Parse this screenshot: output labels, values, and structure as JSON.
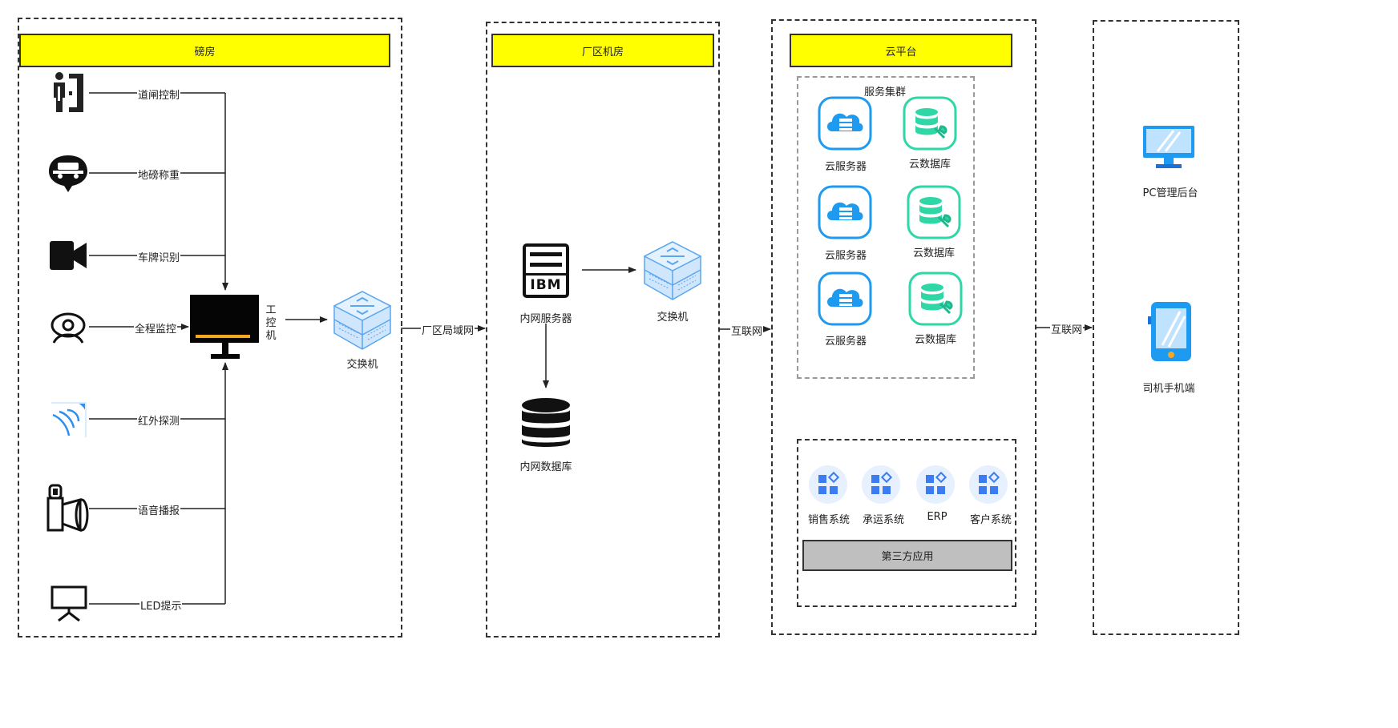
{
  "zones": {
    "weighroom": {
      "title": "磅房"
    },
    "factory": {
      "title": "厂区机房"
    },
    "cloud": {
      "title": "云平台"
    }
  },
  "devices": [
    {
      "id": "gate",
      "label": "道闸控制",
      "icon": "gate-person-icon"
    },
    {
      "id": "scale",
      "label": "地磅称重",
      "icon": "truck-scale-icon"
    },
    {
      "id": "plate",
      "label": "车牌识别",
      "icon": "video-camera-icon"
    },
    {
      "id": "monitor",
      "label": "全程监控",
      "icon": "webcam-icon"
    },
    {
      "id": "infrared",
      "label": "红外探测",
      "icon": "infrared-sensor-icon"
    },
    {
      "id": "voice",
      "label": "语音播报",
      "icon": "loudspeaker-icon"
    },
    {
      "id": "led",
      "label": "LED提示",
      "icon": "led-board-icon"
    }
  ],
  "ipc": {
    "label": "工控机"
  },
  "switch1": {
    "label": "交换机"
  },
  "links": {
    "lan": "厂区局域网",
    "internet1": "互联网",
    "internet2": "互联网"
  },
  "factory": {
    "server": {
      "label": "内网服务器",
      "brand": "IBM"
    },
    "switch": {
      "label": "交换机"
    },
    "db": {
      "label": "内网数据库"
    }
  },
  "cloud": {
    "cluster_title": "服务集群",
    "servers": [
      "云服务器",
      "云服务器",
      "云服务器"
    ],
    "databases": [
      "云数据库",
      "云数据库",
      "云数据库"
    ],
    "apps": [
      "销售系统",
      "承运系统",
      "ERP",
      "客户系统"
    ],
    "third_party": "第三方应用"
  },
  "clients": {
    "pc": {
      "label": "PC管理后台"
    },
    "mobile": {
      "label": "司机手机端"
    }
  },
  "colors": {
    "header": "#ffff00",
    "cloud_blue": "#1e9bf0",
    "db_green": "#2fd6a6",
    "switch_blue": "#6fb6f5",
    "app_blue": "#3b7cf3",
    "gray_bar": "#bfbfbf"
  }
}
